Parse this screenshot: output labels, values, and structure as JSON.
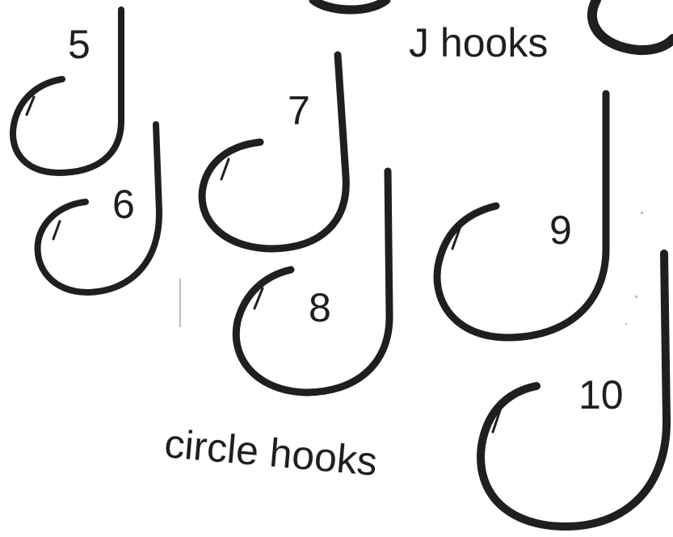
{
  "labels": {
    "j_hooks": "J hooks",
    "circle_hooks": "circle hooks"
  },
  "hooks": [
    {
      "number": "5"
    },
    {
      "number": "6"
    },
    {
      "number": "7"
    },
    {
      "number": "8"
    },
    {
      "number": "9"
    },
    {
      "number": "10"
    }
  ],
  "colors": {
    "ink": "#1f1f1f",
    "background": "#ffffff"
  }
}
